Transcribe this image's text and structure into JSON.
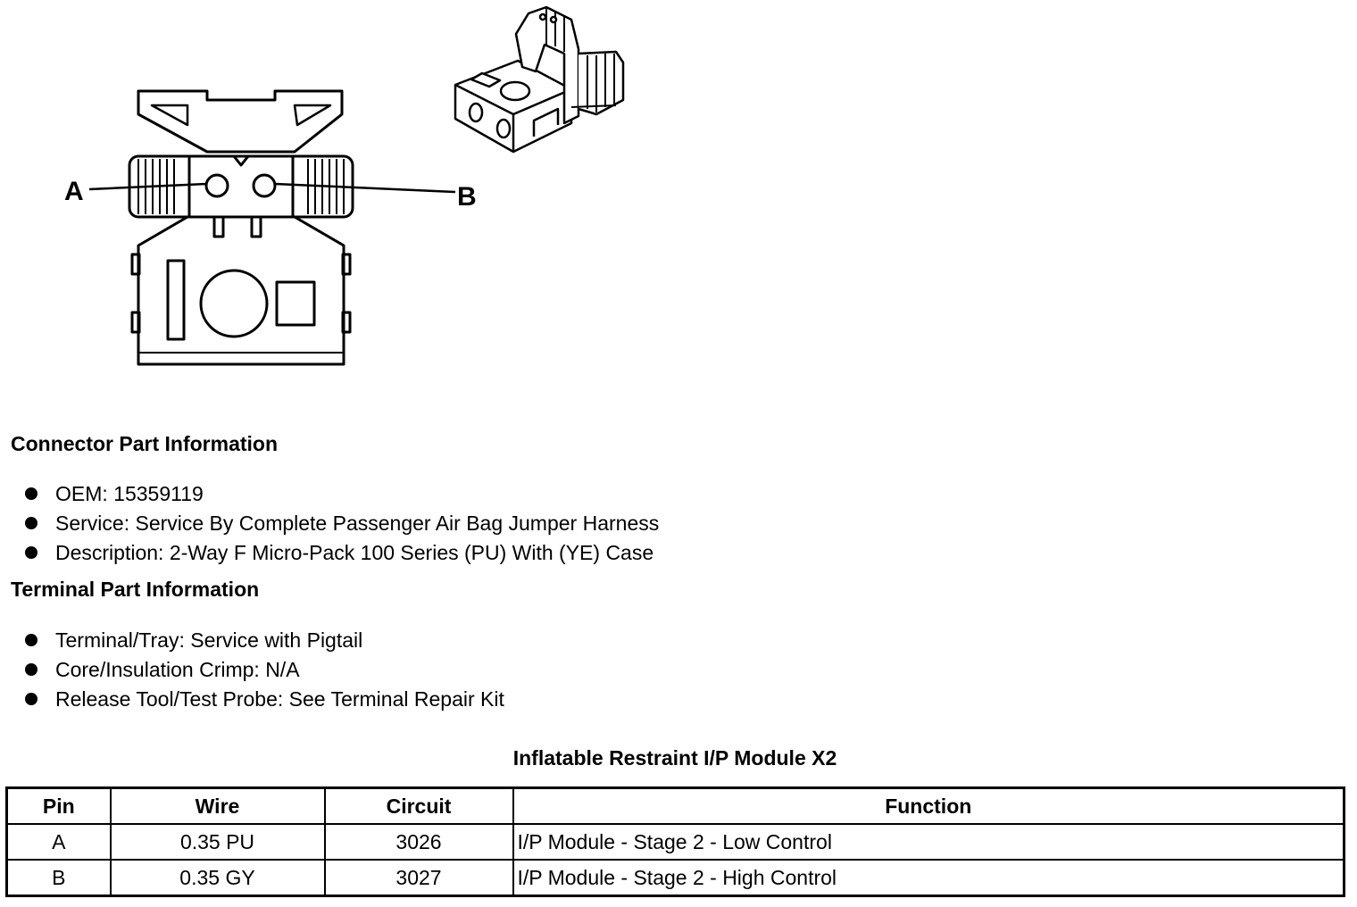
{
  "diagram": {
    "labels": {
      "pin_a": "A",
      "pin_b": "B"
    }
  },
  "connector_part": {
    "title": "Connector Part Information",
    "items": [
      "OEM: 15359119",
      "Service: Service By Complete Passenger Air Bag Jumper Harness",
      "Description: 2-Way F Micro-Pack 100 Series (PU) With (YE) Case"
    ]
  },
  "terminal_part": {
    "title": "Terminal Part Information",
    "items": [
      "Terminal/Tray: Service with Pigtail",
      "Core/Insulation Crimp: N/A",
      "Release Tool/Test Probe: See Terminal Repair Kit"
    ]
  },
  "pin_table": {
    "title": "Inflatable Restraint I/P Module X2",
    "headers": [
      "Pin",
      "Wire",
      "Circuit",
      "Function"
    ],
    "rows": [
      [
        "A",
        "0.35 PU",
        "3026",
        "I/P Module - Stage 2 - Low Control"
      ],
      [
        "B",
        "0.35 GY",
        "3027",
        "I/P Module - Stage 2 - High Control"
      ]
    ]
  }
}
